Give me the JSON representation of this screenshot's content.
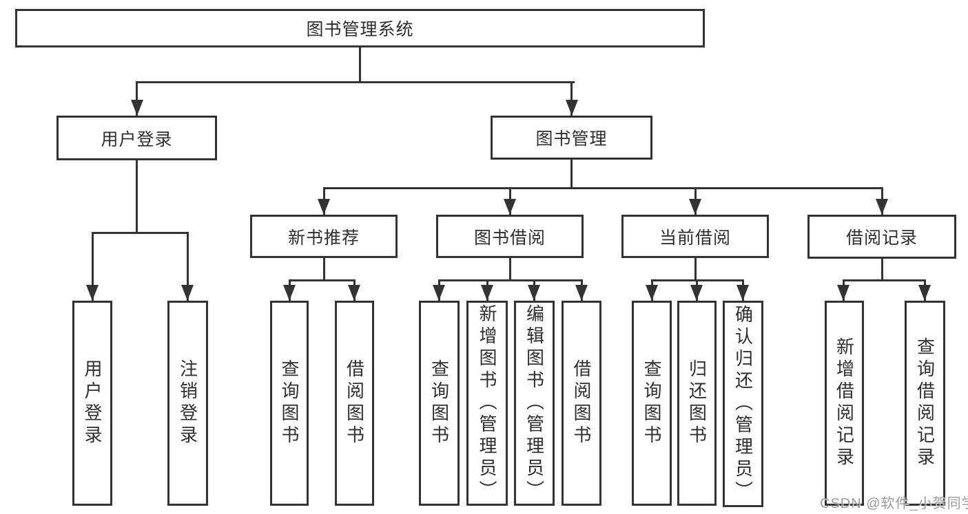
{
  "diagram": {
    "title": "图书管理系统",
    "level2": {
      "user_login": "用户登录",
      "book_mgmt": "图书管理"
    },
    "level3": {
      "new_book": "新书推荐",
      "borrow": "图书借阅",
      "current": "当前借阅",
      "records": "借阅记录"
    },
    "leaves": {
      "user_login": "用户登录",
      "logout": "注销登录",
      "nb_query": "查询图书",
      "nb_borrow": "借阅图书",
      "bw_query": "查询图书",
      "bw_add": "新增图书（管理员）",
      "bw_edit": "编辑图书（管理员）",
      "bw_borrow": "借阅图书",
      "cur_query": "查询图书",
      "cur_return": "归还图书",
      "cur_confirm": "确认归还（管理员）",
      "rec_add": "新增借阅记录",
      "rec_query": "查询借阅记录"
    }
  },
  "watermark": "CSDN @软件_小贺同学",
  "colors": {
    "line": "#333333",
    "box_border": "#333333",
    "box_fill": "#ffffff",
    "text": "#2e2e2e",
    "watermark": "#8a8a8a"
  }
}
